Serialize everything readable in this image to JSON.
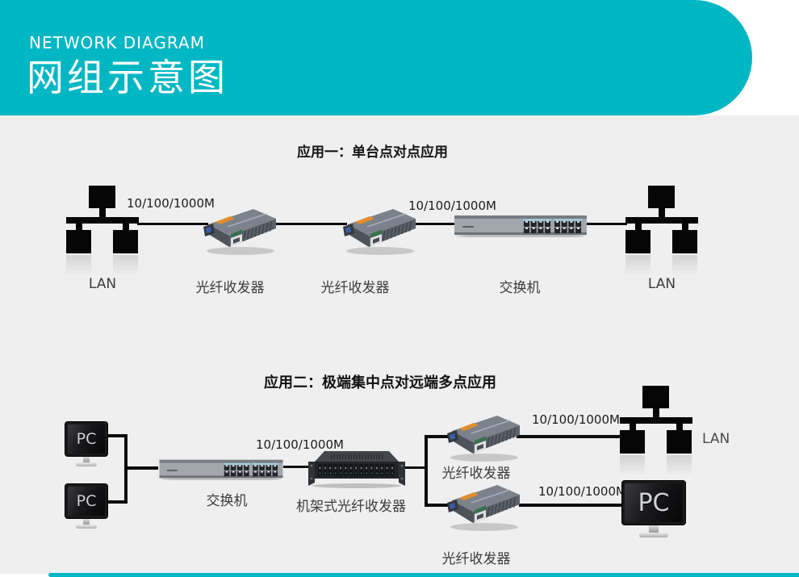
{
  "header": {
    "subtitle": "NETWORK DIAGRAM",
    "title": "网组示意图"
  },
  "colors": {
    "accent": "#00b7c3",
    "canvas": "#efefef",
    "line": "#0c0c0c"
  },
  "icons": {
    "lan": "lan-network-tree-icon",
    "converter": "fiber-media-converter-device",
    "switch": "ethernet-switch-device",
    "rack": "rack-mount-converter-chassis",
    "pc": "pc-monitor-device"
  },
  "app1": {
    "title": "应用一：单台点对点应用",
    "speed_left": "10/100/1000M",
    "speed_right": "10/100/1000M",
    "lan_left": "LAN",
    "converter_left": "光纤收发器",
    "converter_right": "光纤收发器",
    "switch": "交换机",
    "lan_right": "LAN"
  },
  "app2": {
    "title": "应用二：极端集中点对远端多点应用",
    "pc_top": "PC",
    "pc_bottom": "PC",
    "switch": "交换机",
    "speed_switch": "10/100/1000M",
    "rack": "机架式光纤收发器",
    "converter_top": "光纤收发器",
    "speed_top": "10/100/1000M",
    "lan_right": "LAN",
    "converter_bottom": "光纤收发器",
    "speed_bottom": "10/100/1000M",
    "pc_right": "PC"
  }
}
